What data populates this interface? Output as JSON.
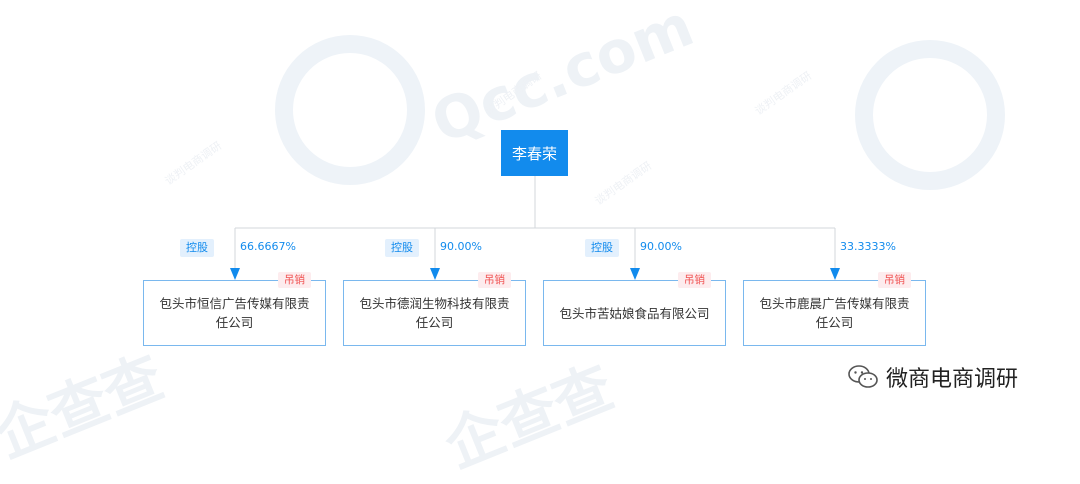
{
  "root": {
    "name": "李春荣"
  },
  "links": [
    {
      "tag": "控股",
      "percent": "66.6667%"
    },
    {
      "tag": "控股",
      "percent": "90.00%"
    },
    {
      "tag": "控股",
      "percent": "90.00%"
    },
    {
      "tag": "",
      "percent": "33.3333%"
    }
  ],
  "companies": [
    {
      "name": "包头市恒信广告传媒有限责任公司",
      "status": "吊销"
    },
    {
      "name": "包头市德润生物科技有限责任公司",
      "status": "吊销"
    },
    {
      "name": "包头市苦姑娘食品有限公司",
      "status": "吊销"
    },
    {
      "name": "包头市鹿晨广告传媒有限责任公司",
      "status": "吊销"
    }
  ],
  "watermark": {
    "text": "企查查",
    "domain": "Qcc.com",
    "small": "谈判电商调研"
  },
  "footer": {
    "label": "微商电商调研",
    "icon": "wechat-icon"
  },
  "colors": {
    "accent": "#128bed",
    "revoked": "#f04f4f"
  }
}
